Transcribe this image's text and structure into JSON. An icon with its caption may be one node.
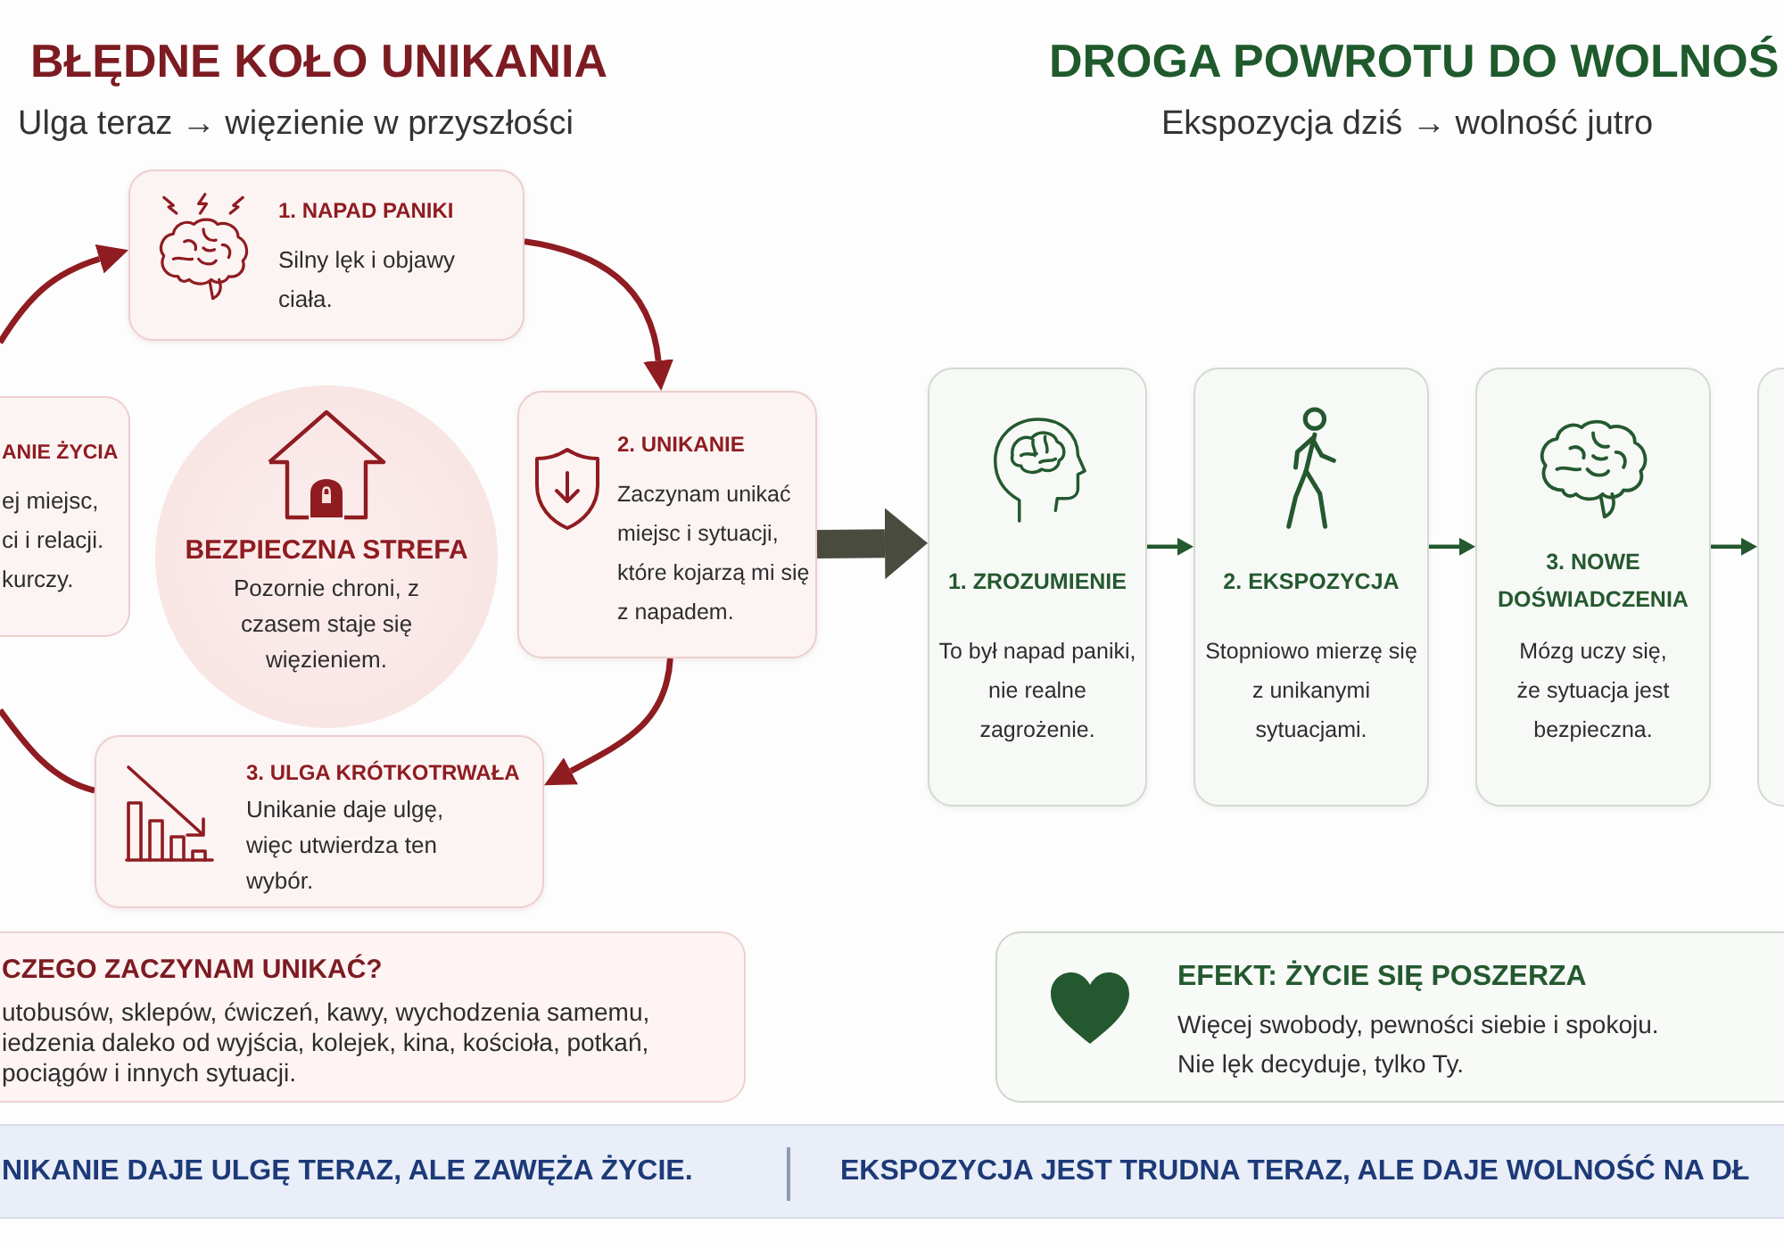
{
  "diagram": {
    "nodes": [
      {
        "text": [
          "1. NAPAD PANIKI",
          "Silny lęk i objawy ciała."
        ]
      },
      {
        "text": [
          "ANIE ŻYCIA",
          "ej miejsc, ci i relacji. kurczy."
        ]
      },
      {
        "text": [
          "BEZPIECZNA STREFA",
          "Pozornie chroni, z czasem staje się więzieniem."
        ]
      },
      {
        "text": [
          "2. UNIKANIE",
          "Zaczynam unikać miejsc i sytuacji, które kojarzą mi się z napadem."
        ]
      },
      {
        "text": [
          "3. ULGA KRÓTKOTRWAŁA",
          "Unikanie daje ulgę, więc utwierdza ten wybór."
        ]
      },
      {
        "text": [
          "CZEGO ZACZYNAM UNIKAĆ?",
          "utobusów, sklepów, ćwiczeń, kawy, wychodzenia samemu, iedzenia daleko od wyjścia, kolejek, kina, kościoła, potkań, pociągów i innych sytuacji."
        ]
      },
      {
        "text": [
          "1. ZROZUMIENIE",
          "To był napad paniki, nie realne zagrożenie."
        ]
      },
      {
        "text": [
          "2. EKSPOZYCJA",
          "Stopniowo mierzę się z unikanymi sytuacjami."
        ]
      },
      {
        "text": [
          "3. NOWE DOŚWIADCZENIA",
          "Mózg uczy się, że sytuacja jest bezpieczna."
        ]
      },
      {
        "text": [],
        "shape": "box"
      },
      {
        "text": [
          "EFEKT: ŻYCIE SIĘ POSZERZA",
          "Więcej swobody, pewności siebie i spokoju. Nie lęk decyduje, tylko Ty."
        ]
      },
      {
        "text": [
          "NIKANIE DAJE ULGĘ TERAZ, ALE ZAWĘŻA ŻYCIE.",
          "EKSPOZYCJA JEST TRUDNA TERAZ, ALE DAJE WOLNOŚĆ NA DŁ"
        ]
      }
    ],
    "edges": [
      {
        "from": 0,
        "to": 3,
        "arrow": "to"
      },
      {
        "from": 3,
        "to": 4,
        "arrow": "to"
      },
      {
        "from": 4,
        "to": null,
        "arrow": "none"
      },
      {
        "from": null,
        "to": 0,
        "arrow": "to"
      },
      {
        "from": 3,
        "to": 6,
        "arrow": "to",
        "style": "thick",
        "color": "#4a4b3f"
      },
      {
        "from": 6,
        "to": 7,
        "arrow": "to",
        "color": "#24592f"
      },
      {
        "from": 7,
        "to": 8,
        "arrow": "to",
        "color": "#24592f"
      },
      {
        "from": 8,
        "to": 9,
        "arrow": "to",
        "color": "#24592f"
      }
    ],
    "labels": [
      "BŁĘDNE KOŁO UNIKANIA",
      "Ulga teraz → więzienie w przyszłości",
      "DROGA POWROTU DO WOLNOŚ",
      "Ekspozycja dziś → wolność jutro"
    ]
  }
}
